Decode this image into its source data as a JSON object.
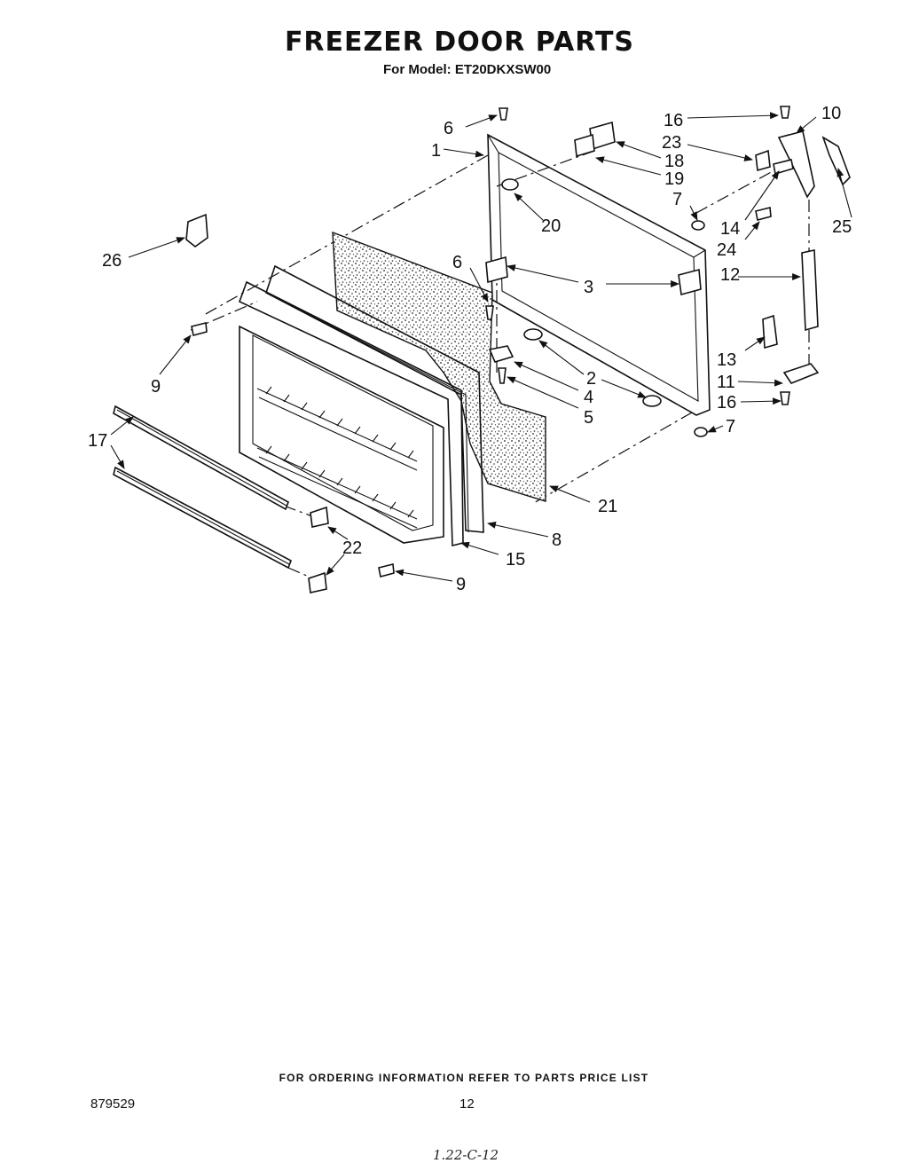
{
  "header": {
    "title": "FREEZER DOOR PARTS",
    "model": "For Model: ET20DKXSW00"
  },
  "callouts": [
    "1",
    "2",
    "3",
    "4",
    "5",
    "6",
    "6",
    "7",
    "7",
    "8",
    "9",
    "9",
    "10",
    "11",
    "12",
    "13",
    "14",
    "15",
    "16",
    "16",
    "17",
    "18",
    "19",
    "20",
    "21",
    "22",
    "23",
    "24",
    "25",
    "26"
  ],
  "footer": {
    "ordering_note": "FOR ORDERING INFORMATION REFER TO PARTS PRICE LIST",
    "diagram_code": "879529",
    "page_number": "12",
    "handwritten_note": "1.22-C-12"
  }
}
